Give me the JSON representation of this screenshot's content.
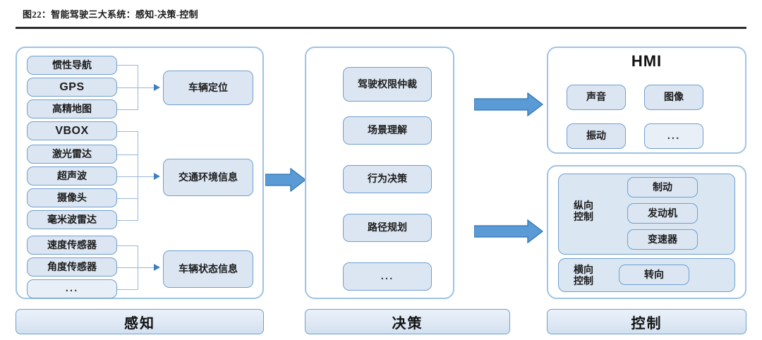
{
  "figure": {
    "title": "图22：智能驾驶三大系统：感知-决策-控制"
  },
  "colors": {
    "node_fill": "#dce6f2",
    "node_border": "#6f9fd0",
    "panel_border": "#9dc3e6",
    "arrow_fill": "#5b9bd5",
    "arrow_border": "#2e74b5",
    "connector_line": "#9ab7d8",
    "stage_bar_fill": "#dfe9f5"
  },
  "perception": {
    "sensors_localization": [
      {
        "label": "惯性导航"
      },
      {
        "label": "GPS"
      },
      {
        "label": "高精地图"
      }
    ],
    "sensors_environment": [
      {
        "label": "VBOX"
      },
      {
        "label": "激光雷达"
      },
      {
        "label": "超声波"
      },
      {
        "label": "摄像头"
      },
      {
        "label": "毫米波雷达"
      }
    ],
    "sensors_vehicle_state": [
      {
        "label": "速度传感器"
      },
      {
        "label": "角度传感器"
      },
      {
        "label": "..."
      }
    ],
    "aggregates": [
      {
        "label": "车辆定位"
      },
      {
        "label": "交通环境信息"
      },
      {
        "label": "车辆状态信息"
      }
    ]
  },
  "decision": {
    "items": [
      {
        "label": "驾驶权限仲裁"
      },
      {
        "label": "场景理解"
      },
      {
        "label": "行为决策"
      },
      {
        "label": "路径规划"
      },
      {
        "label": "..."
      }
    ]
  },
  "control": {
    "hmi": {
      "title": "HMI",
      "items": [
        {
          "label": "声音"
        },
        {
          "label": "图像"
        },
        {
          "label": "振动"
        },
        {
          "label": "..."
        }
      ]
    },
    "longitudinal": {
      "label": "纵向\n控制",
      "items": [
        {
          "label": "制动"
        },
        {
          "label": "发动机"
        },
        {
          "label": "变速器"
        }
      ]
    },
    "lateral": {
      "label": "横向\n控制",
      "items": [
        {
          "label": "转向"
        }
      ]
    }
  },
  "stages": [
    {
      "label": "感知"
    },
    {
      "label": "决策"
    },
    {
      "label": "控制"
    }
  ]
}
